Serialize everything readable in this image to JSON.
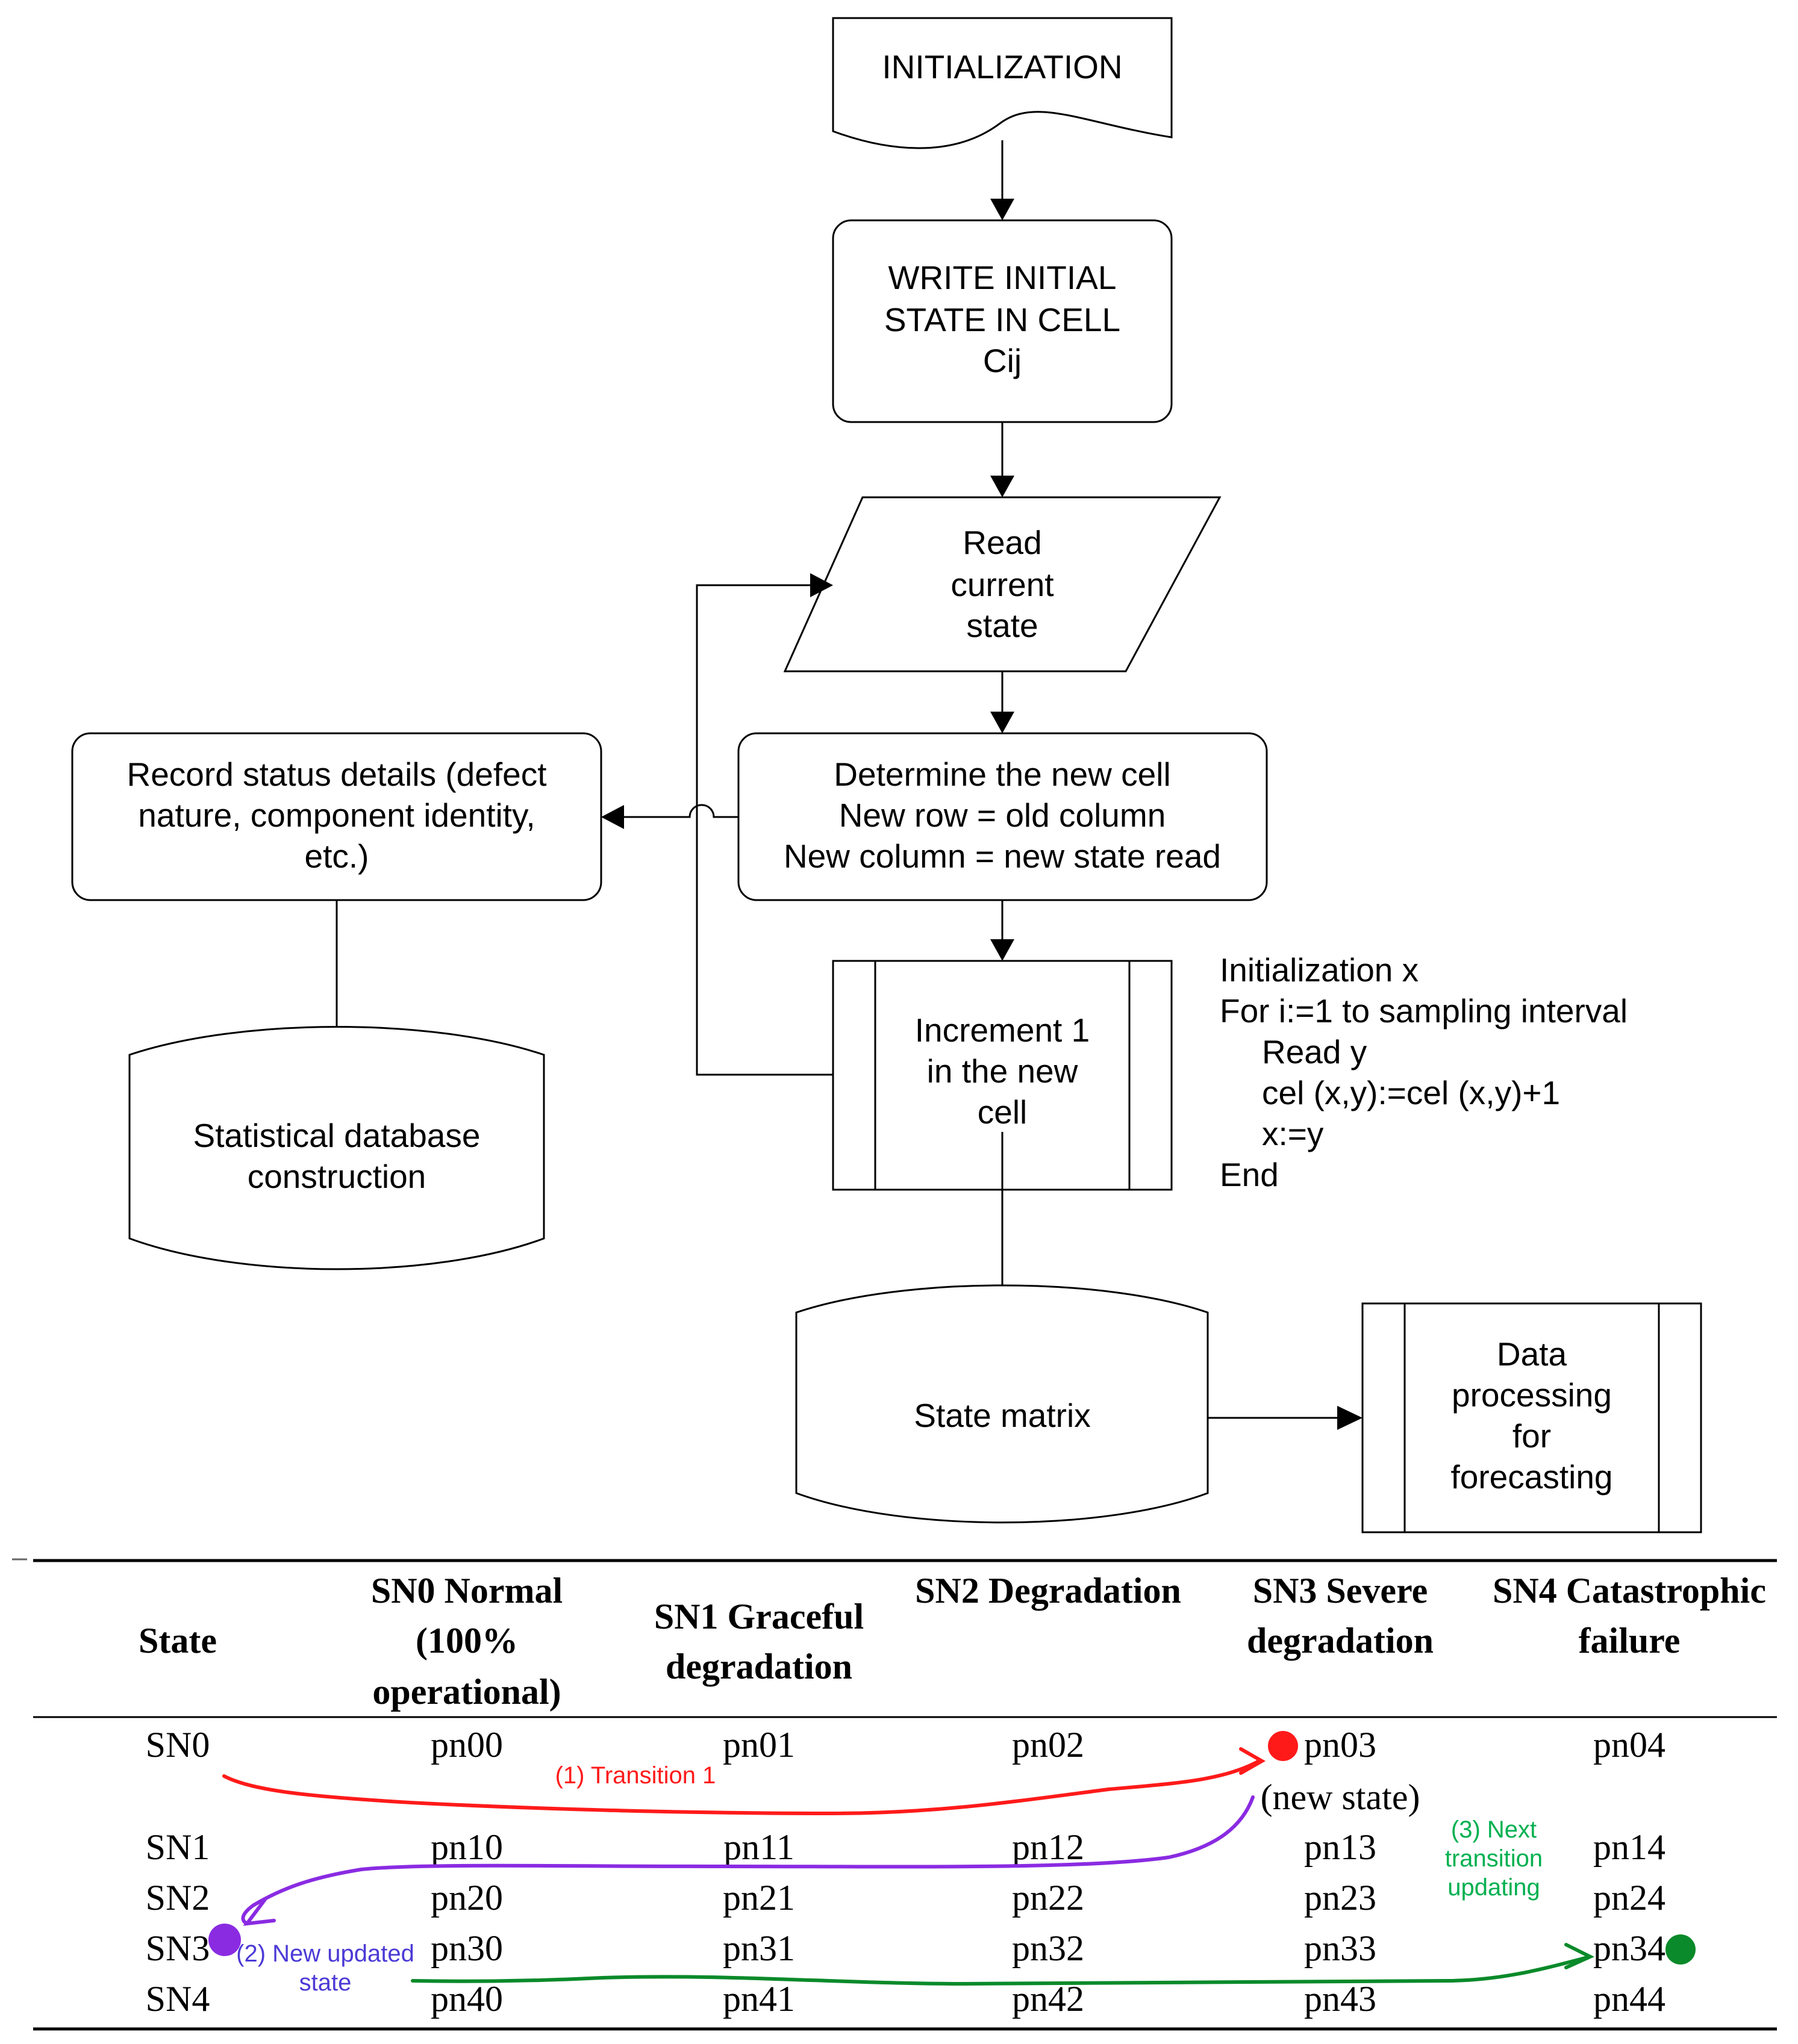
{
  "flowchart": {
    "initialization": "INITIALIZATION",
    "write_initial": [
      "WRITE INITIAL",
      "STATE IN CELL",
      "Cij"
    ],
    "read_current": [
      "Read",
      "current",
      "state"
    ],
    "determine_cell": [
      "Determine the new cell",
      "New row = old column",
      "New column = new state read"
    ],
    "record_status": [
      "Record status details (defect",
      "nature, component identity,",
      "etc.)"
    ],
    "increment": [
      "Increment 1",
      "in the new",
      "cell"
    ],
    "statistical_db": [
      "Statistical database",
      "construction"
    ],
    "state_matrix": "State matrix",
    "data_processing": [
      "Data",
      "processing",
      "for",
      "forecasting"
    ],
    "pseudocode": [
      "Initialization x",
      "For i:=1 to sampling interval",
      "Read y",
      "cel (x,y):=cel (x,y)+1",
      "x:=y",
      "End"
    ]
  },
  "table": {
    "headers": [
      [
        "State"
      ],
      [
        "SN0 Normal",
        "(100%",
        "operational)"
      ],
      [
        "SN1 Graceful",
        "degradation"
      ],
      [
        "SN2 Degradation"
      ],
      [
        "SN3 Severe",
        "degradation"
      ],
      [
        "SN4 Catastrophic",
        "failure"
      ]
    ],
    "rows": [
      [
        "SN0",
        "pn00",
        "pn01",
        "pn02",
        "pn03",
        "pn04"
      ],
      [
        "SN1",
        "pn10",
        "pn11",
        "pn12",
        "pn13",
        "pn14"
      ],
      [
        "SN2",
        "pn20",
        "pn21",
        "pn22",
        "pn23",
        "pn24"
      ],
      [
        "SN3",
        "pn30",
        "pn31",
        "pn32",
        "pn33",
        "pn34"
      ],
      [
        "SN4",
        "pn40",
        "pn41",
        "pn42",
        "pn43",
        "pn44"
      ]
    ],
    "new_state_note": "(new state)"
  },
  "annotations": {
    "transition1": "(1) Transition 1",
    "new_updated": [
      "(2) New updated",
      "state"
    ],
    "next_transition": [
      "(3) Next",
      "transition",
      "updating"
    ],
    "colors": {
      "red": "#ff1a1a",
      "purple": "#8a2be2",
      "green": "#0a8a2a",
      "green_label": "#00b050",
      "purple_label": "#4b3ad6"
    }
  }
}
